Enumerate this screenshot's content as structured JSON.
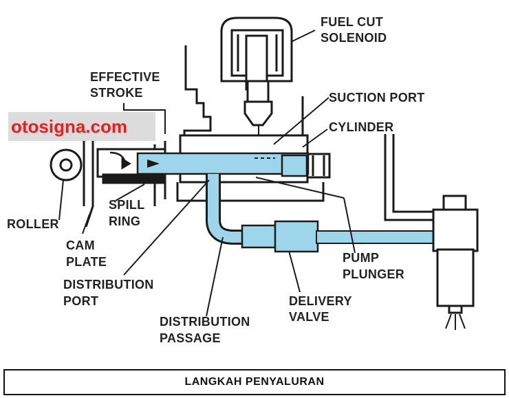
{
  "watermark": "otosigna.com",
  "caption": "LANGKAH PENYALURAN",
  "colors": {
    "fuel": "#9dd6ea",
    "line": "#1a1a1a",
    "watermark_text": "#ee1c1c",
    "watermark_bg": "#dcdcdc"
  },
  "labels": {
    "fuel_cut_1": "FUEL CUT",
    "fuel_cut_2": "SOLENOID",
    "effective_1": "EFFECTIVE",
    "effective_2": "STROKE",
    "suction_port": "SUCTION PORT",
    "cylinder": "CYLINDER",
    "spill_1": "SPILL",
    "spill_2": "RING",
    "roller": "ROLLER",
    "cam_1": "CAM",
    "cam_2": "PLATE",
    "dist_port_1": "DISTRIBUTION",
    "dist_port_2": "PORT",
    "pump_1": "PUMP",
    "pump_2": "PLUNGER",
    "delivery_1": "DELIVERY",
    "delivery_2": "VALVE",
    "dist_pass_1": "DISTRIBUTION",
    "dist_pass_2": "PASSAGE"
  }
}
